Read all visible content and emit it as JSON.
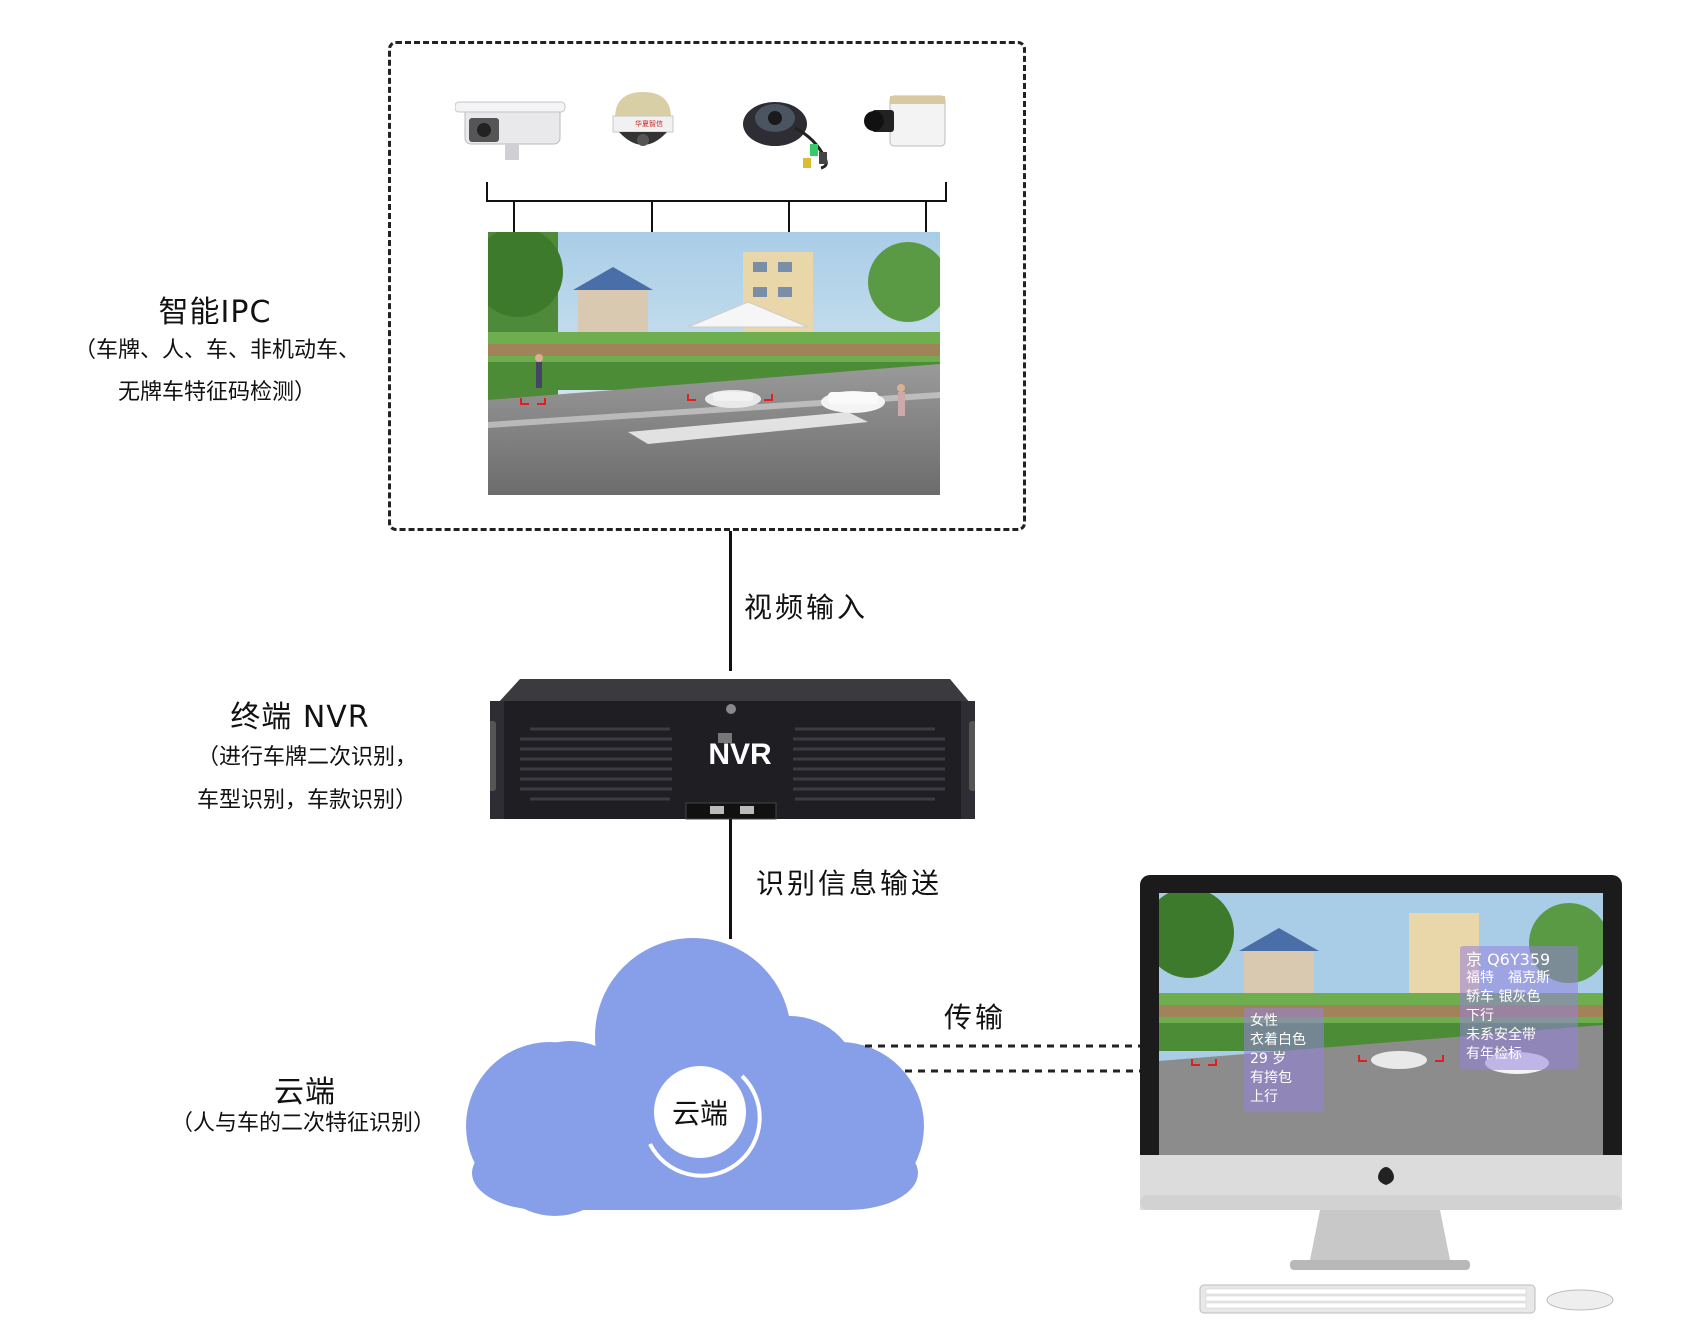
{
  "ipc": {
    "title": "智能IPC",
    "desc_line1": "（车牌、人、车、非机动车、",
    "desc_line2": "无牌车特征码检测）",
    "camera_brand": "华夏智信"
  },
  "flows": {
    "video_input": "视频输入",
    "recognition_transfer": "识别信息输送",
    "transmission": "传输"
  },
  "nvr": {
    "title": "终端 NVR",
    "desc_line1": "（进行车牌二次识别，",
    "desc_line2": "车型识别，车款识别）",
    "device_label": "NVR"
  },
  "cloud": {
    "title": "云端",
    "desc": "（人与车的二次特征识别）",
    "center_label": "云端"
  },
  "monitor": {
    "person_card": [
      "女性",
      "衣着白色",
      "29 岁",
      "有挎包",
      "上行"
    ],
    "vehicle_card": [
      "京 Q6Y359",
      "福特　福克斯",
      "轿车  银灰色",
      "下行",
      "未系安全带",
      "有年检标"
    ]
  },
  "colors": {
    "cloud": "#879fe8",
    "bracket_red": "#e02020",
    "card_purple": "#9682dc"
  }
}
